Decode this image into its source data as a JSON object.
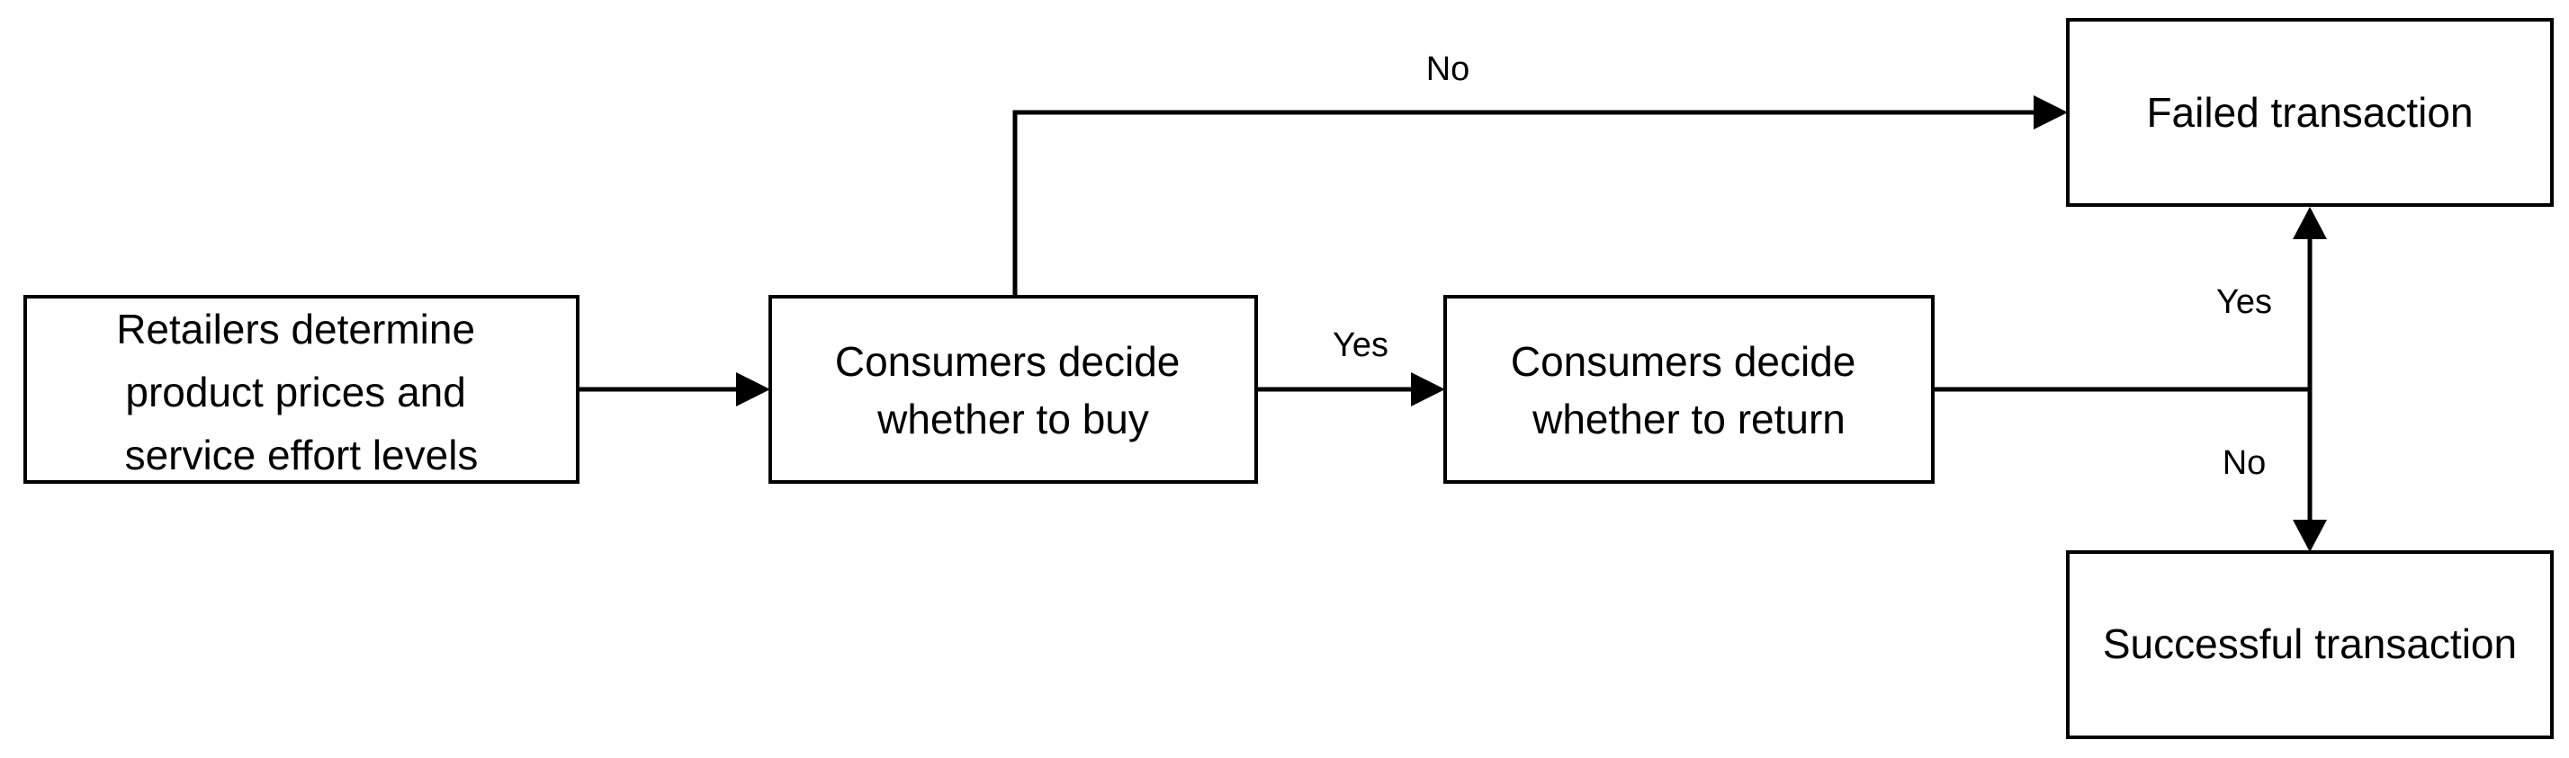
{
  "nodes": {
    "retailers": {
      "lines": [
        "Retailers determine",
        "product prices and",
        "service effort levels"
      ]
    },
    "buy": {
      "lines": [
        "Consumers decide",
        "whether to buy"
      ]
    },
    "return": {
      "lines": [
        "Consumers decide",
        "whether to return"
      ]
    },
    "failed": {
      "lines": [
        "Failed transaction"
      ]
    },
    "successful": {
      "lines": [
        "Successful transaction"
      ]
    }
  },
  "edges": {
    "buy_no": "No",
    "buy_yes": "Yes",
    "return_yes": "Yes",
    "return_no": "No"
  },
  "colors": {
    "stroke": "#000000",
    "fill": "#ffffff"
  }
}
